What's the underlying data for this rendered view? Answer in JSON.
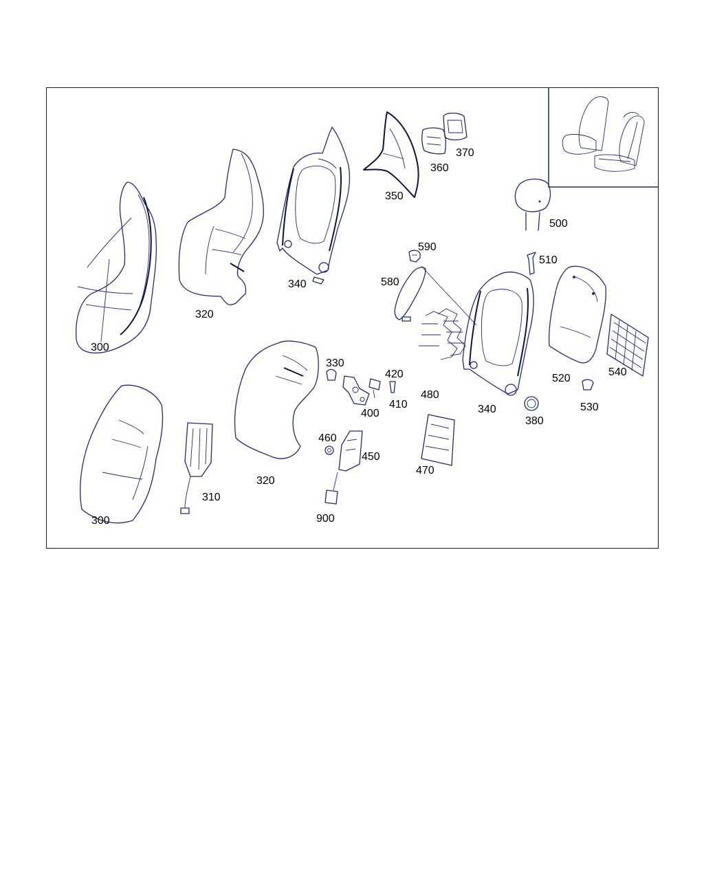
{
  "colors": {
    "line": "#1e2a78",
    "frame": "#1a1a1a",
    "label": "#000000"
  },
  "labels": {
    "p300a": "300",
    "p300b": "300",
    "p310": "310",
    "p320a": "320",
    "p320b": "320",
    "p330": "330",
    "p340a": "340",
    "p340b": "340",
    "p350": "350",
    "p360": "360",
    "p370": "370",
    "p380": "380",
    "p400": "400",
    "p410": "410",
    "p420": "420",
    "p450": "450",
    "p460": "460",
    "p470": "470",
    "p480": "480",
    "p500": "500",
    "p510": "510",
    "p520": "520",
    "p530": "530",
    "p540": "540",
    "p580": "580",
    "p590": "590",
    "p900": "900"
  },
  "inset": {
    "icon": "seat-location-icon"
  }
}
